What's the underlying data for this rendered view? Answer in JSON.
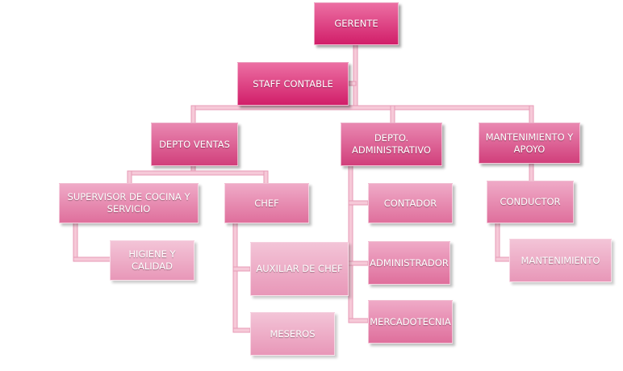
{
  "org_chart": {
    "root": "GERENTE",
    "staff": "STAFF CONTABLE",
    "departments": {
      "ventas": {
        "title": "DEPTO VENTAS",
        "supervisor": "SUPERVISOR DE COCINA  Y SERVICIO",
        "higiene": "HIGIENE Y CALIDAD",
        "chef": "CHEF",
        "auxiliar": "AUXILIAR  DE CHEF",
        "meseros": "MESEROS"
      },
      "administrativo": {
        "title": "DEPTO. ADMINISTRATIVO",
        "contador": "CONTADOR",
        "administrador": "ADMINISTRADOR",
        "mercadotecnia": "MERCADOTECNIA"
      },
      "mantenimiento": {
        "title": "MANTENIMIENTO Y APOYO",
        "conductor": "CONDUCTOR",
        "mantenimiento": "MANTENIMIENTO"
      }
    }
  },
  "colors": {
    "level0": "#d11e69",
    "level1": "#d13f7b",
    "level2": "#df6f9c",
    "level3": "#e897b8",
    "connector": "#f6c9d8"
  }
}
